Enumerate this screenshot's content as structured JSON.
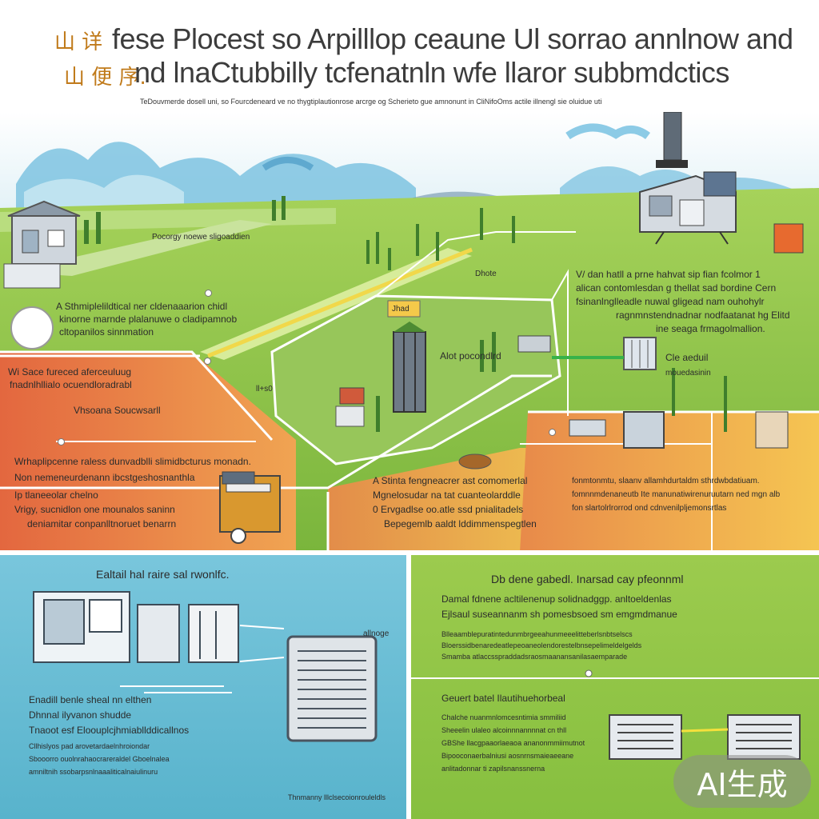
{
  "header": {
    "cjk_line_1": "山 详",
    "cjk_line_2": "山 便 序.",
    "title_line_1": "fese Plocest so Arpilllop ceaune Ul sorrao annlnow and",
    "title_line_2": "nd lnaCtubbilly tcfenatnln wfe llaror subbmdctics",
    "subtitle": "TeDouvmerde dosell uni, so Fourcdeneard ve no thygtiplautionrose arcrge og Scherieto gue amnonunt in CliNifoOms actile illnengl sie oluidue uti"
  },
  "scene": {
    "label_top_center": "Pocorgy noewe sligoaddien",
    "label_mid_left": [
      "A Sthmiplelildtical ner cldenaaarion chidl",
      "kinorne marnde plalanuwe o cladipamnob",
      "cltopanilos sinnmation"
    ],
    "label_west_1": "Wi Sace fureced aferceuluug",
    "label_west_2": "fnadnlhllialo ocuendloradrabl",
    "label_west_3": "Vhsoana Soucwsarll",
    "label_gauge": "ll+s0",
    "label_tower": "Alot pocondlrd",
    "label_sign": "Jhad",
    "label_post": "Dhote",
    "label_right_block": [
      "V/ dan hatll a prne hahvat sip fian fcolmor 1",
      "alican contomlesdan g thellat sad bordine Cern",
      "fsinanlnglleadle nuwal gligead nam ouhohylr",
      "ragnmnstendnadnar nodfaatanat hg Elitd",
      "ine seaga frmagolmallion."
    ],
    "label_right_small_1": "Cle aeduil",
    "label_right_small_2": "mouedasinin",
    "label_bottom_left": [
      "Wrhaplipcenne raless dunvadblli slimidbcturus monadn.",
      "Non nemeneurdenann ibcstgeshosnanthla",
      "Ip tlaneeolar chelno",
      "Vrigy, sucnidlon one mounalos saninn",
      "deniamitar conpanlltnoruet benarrn"
    ],
    "label_bottom_center": [
      "A Stinta fengneacrer ast comomerlal",
      "Mgnelosudar na tat cuanteolarddle",
      "0 Ervgadlse oo.atle ssd pnialitadels",
      "Bepegemlb aaldt lddimmenspegtlen"
    ],
    "label_bottom_right": [
      "fonmtonmtu, slaanv allamhdurtaldm sthrdwbdatiuam.",
      "fomnnmdenaneutb Ite manunatiwirenuruutarn ned mgn alb",
      "fon slartolrlrorrod ond cdnvenilpljemonsrtlas"
    ]
  },
  "panel_left": {
    "title": "Ealtail hal raire sal rwonlfc.",
    "device_label": "allnoge",
    "text": [
      "Enadill benle sheal nn elthen",
      "Dhnnal ilyvanon shudde",
      "Tnaoot esf Eloouplcjhmiabllddicallnos",
      "Cllhislyos pad arovetardaelnhroiondar",
      "Sbooorro ouolnrahaocrareraldel Gboelnalea",
      "amniltnih ssobarpsnlnaaaliticalnaiulinuru"
    ],
    "footer": "Thnmanny lllclsecoionrouleldls"
  },
  "panel_right": {
    "title": "Db dene gabedl. Inarsad cay pfeonnml",
    "text_top": [
      "Damal fdnene acltilenenup solidnadggp. anltoeldenlas",
      "Ejlsaul suseannanm sh pomesbsoed sm emgmdmanue"
    ],
    "text_small": [
      "Blleaamblepuratintedunmbrgeeahunmeeelitteberlsnbtselscs",
      "Bloerssidbenaredeatlepeoaneolendorestelbnsepelimeldelgelds",
      "Smamba atlaccsspraddadsraosmaanansanilasaemparade"
    ],
    "subheading": "Geuert batel Ilautihuehorbeal",
    "text_bottom": [
      "Chalche nuanmnlomcesntimia smmiliid",
      "Sheeelin ulaleo alcoinnnannnnat cn thll",
      "GBShe llacgpaaorlaeaoa ananonmmiimutnot",
      "Bipooconaerbalniusi aosnrnsmaieaeeane",
      "anlitadonnar ti zapilsnanssnerna"
    ]
  },
  "badge": {
    "label": "AI生成"
  },
  "colors": {
    "sky": "#ffffff",
    "field_green": "#8fc24a",
    "accent_orange": "#e07a45",
    "accent_yellow": "#f2b64a",
    "panel_blue": "#62b9d2",
    "panel_green": "#92c649"
  }
}
